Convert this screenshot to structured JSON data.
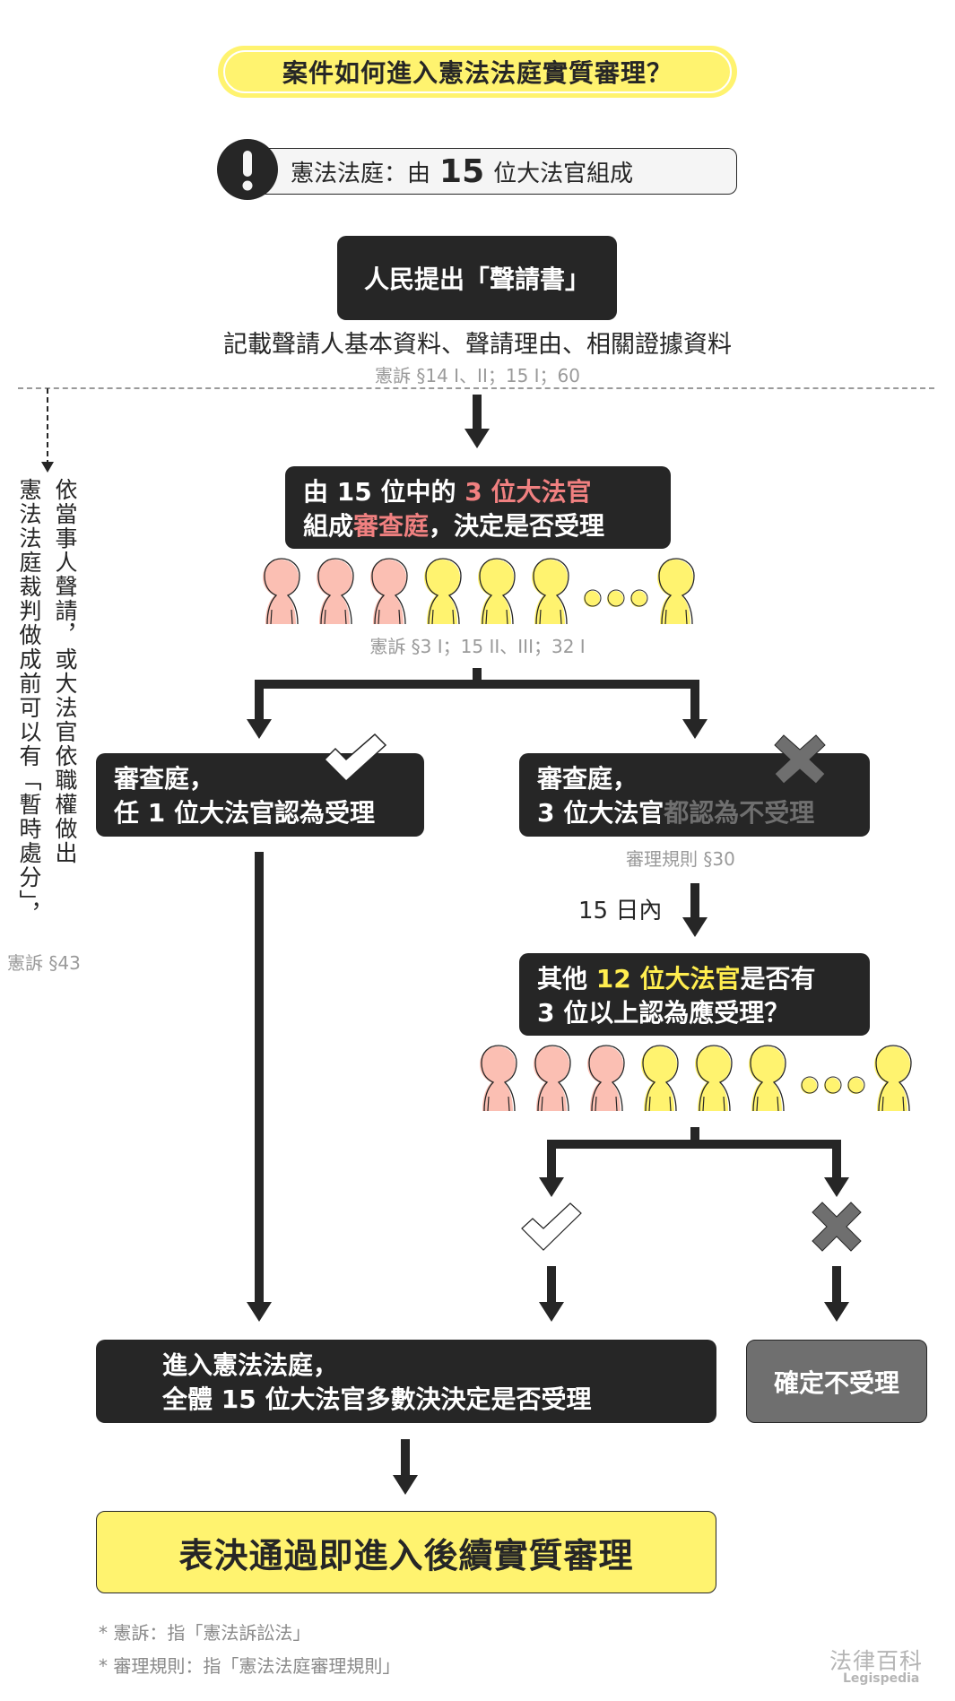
{
  "title": "案件如何進入憲法法庭實質審理？",
  "alert": {
    "icon": "exclamation-icon",
    "prefix": "憲法法庭：由",
    "number": "15",
    "suffix": "位大法官組成"
  },
  "step1": {
    "box": "人民提出「聲請書」",
    "description": "記載聲請人基本資料、聲請理由、相關證據資料",
    "citation": "憲訴 §14 I、II；15 I；60"
  },
  "side_note": {
    "column1": "依當事人聲請，或大法官依職權做出",
    "column2": "憲法法庭裁判做成前可以有「暫時處分」，",
    "citation": "憲訴 §43"
  },
  "step2": {
    "line1_a": "由 15 位中的 ",
    "line1_highlight": "3 位大法官",
    "line2_a": "組成",
    "line2_highlight": "審查庭",
    "line2_b": "，決定是否受理",
    "citation": "憲訴 §3 I；15 II、III；32 I",
    "judges": [
      "pink",
      "pink",
      "pink",
      "yellow",
      "yellow",
      "yellow",
      "dots",
      "yellow"
    ]
  },
  "branch_accept": {
    "line1": "審查庭，",
    "line2": "任 1 位大法官認為受理",
    "icon": "checkmark-icon"
  },
  "branch_reject": {
    "line1": "審查庭，",
    "line2_a": "3 位大法官",
    "line2_highlight": "都認為不受理",
    "citation": "審理規則 §30",
    "icon": "cross-icon"
  },
  "deadline": "15 日內",
  "step3": {
    "line1_a": "其他 ",
    "line1_highlight": "12 位大法官",
    "line1_b": "是否有",
    "line2": "3 位以上認為應受理？",
    "judges": [
      "pink",
      "pink",
      "pink",
      "yellow",
      "yellow",
      "yellow",
      "dots",
      "yellow"
    ]
  },
  "step4": {
    "line1": "進入憲法法庭，",
    "line2": "全體 15 位大法官多數決決定是否受理"
  },
  "rejected": "確定不受理",
  "final": "表決通過即進入後續實質審理",
  "footnotes": [
    "* 憲訴：指「憲法訴訟法」",
    "* 審理規則：指「憲法法庭審理規則」"
  ],
  "logo": {
    "name": "法律百科",
    "subtitle": "Legispedia"
  },
  "colors": {
    "dark": "#262626",
    "yellow": "#fff36f",
    "pink": "#fbbfb3",
    "pink_text": "#f08080",
    "gray": "#6f6f6f",
    "citation": "#9a9a9a"
  }
}
